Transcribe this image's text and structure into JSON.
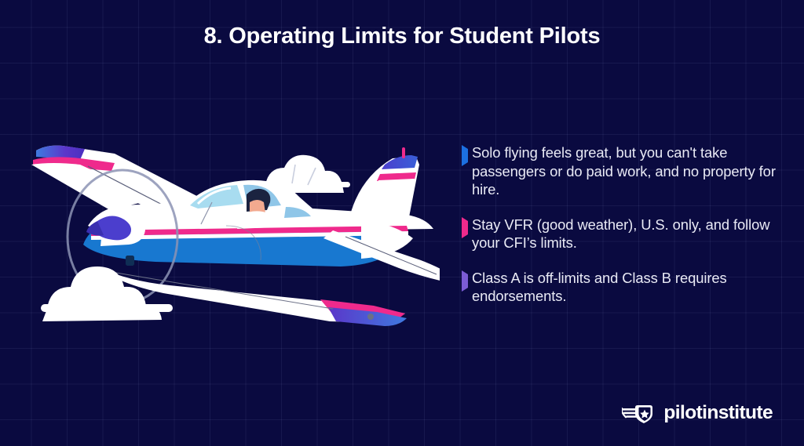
{
  "slide": {
    "title": "8. Operating Limits for Student Pilots",
    "background_color": "#0a0a40",
    "grid_line_color": "#232a6e"
  },
  "bullets": [
    {
      "marker_icon": "triangle-right-icon",
      "marker_color": "#1c6fe0",
      "text": "Solo flying feels great, but you can't take passengers or do paid work, and no property for hire."
    },
    {
      "marker_icon": "triangle-right-icon",
      "marker_color": "#ef2a8c",
      "text": "Stay VFR (good weather), U.S. only, and follow your CFI’s limits."
    },
    {
      "marker_icon": "triangle-right-icon",
      "marker_color": "#7b5cd6",
      "text": "Class A is off-limits and Class B requires endorsements."
    }
  ],
  "logo": {
    "emblem_icon": "winged-shield-star-icon",
    "wordmark": "pilotinstitute",
    "color": "#ffffff"
  },
  "illustration": {
    "name": "single-engine-airplane-illustration",
    "colors": {
      "fuselage_white": "#ffffff",
      "fuselage_blue": "#1878d0",
      "stripe_pink": "#ef2a8c",
      "spinner_purple": "#4b3ecd",
      "window_blue": "#8fc6e8",
      "cloud_white": "#ffffff",
      "prop_arc": "#8c93b4",
      "wingtip_blue": "#3a4bd8",
      "pilot_skin": "#f2a98f",
      "pilot_hair": "#1b2340"
    }
  }
}
